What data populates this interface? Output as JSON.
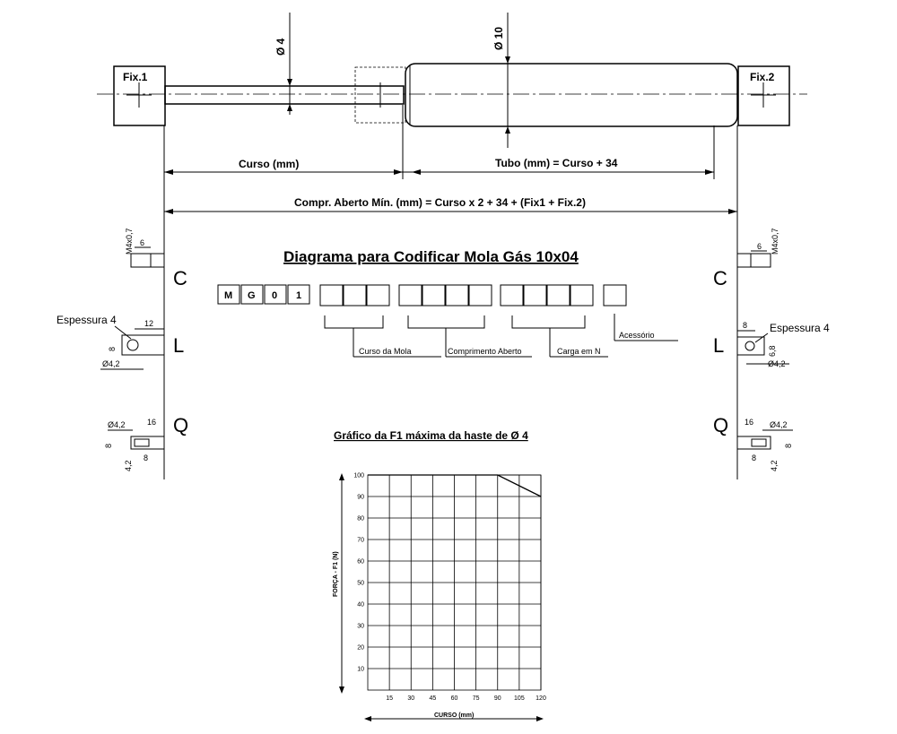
{
  "drawing": {
    "fix1": "Fix.1",
    "fix2": "Fix.2",
    "rod_diameter": "Ø 4",
    "tube_diameter": "Ø 10",
    "stroke_label": "Curso (mm)",
    "tube_label": "Tubo (mm) = Curso + 34",
    "open_length_label": "Compr. Aberto Mín. (mm) = Curso x 2 + 34 + (Fix1 + Fix.2)"
  },
  "fittings": {
    "C": {
      "letter": "C",
      "thread": "M4x0,7",
      "length": "6"
    },
    "L": {
      "letter": "L",
      "thickness": "Espessura 4",
      "width_left": "12",
      "width_right": "8",
      "height": "8",
      "height_right": "6,8",
      "hole": "Ø4,2"
    },
    "Q": {
      "letter": "Q",
      "hole": "Ø4,2",
      "length": "16",
      "height": "8",
      "slot": "8",
      "thickness": "4,2"
    }
  },
  "code": {
    "title": "Diagrama para Codificar Mola Gás 10x04",
    "fixed_chars": [
      "M",
      "G",
      "0",
      "1"
    ],
    "labels": {
      "stroke": "Curso da Mola",
      "open_length": "Comprimento Aberto",
      "load": "Carga em N",
      "accessory": "Acessório"
    }
  },
  "chart_data": {
    "type": "line",
    "title": "Gráfico da F1 máxima da haste de Ø 4",
    "xlabel": "CURSO (mm)",
    "ylabel": "FORÇA - F1 (N)",
    "x_ticks": [
      15,
      30,
      45,
      60,
      75,
      90,
      105,
      120
    ],
    "y_ticks": [
      10,
      20,
      30,
      40,
      50,
      60,
      70,
      80,
      90,
      100
    ],
    "xlim": [
      0,
      120
    ],
    "ylim": [
      0,
      100
    ],
    "grid": true,
    "series": [
      {
        "x": [
          0,
          90,
          120
        ],
        "y": [
          100,
          100,
          90
        ]
      }
    ]
  }
}
